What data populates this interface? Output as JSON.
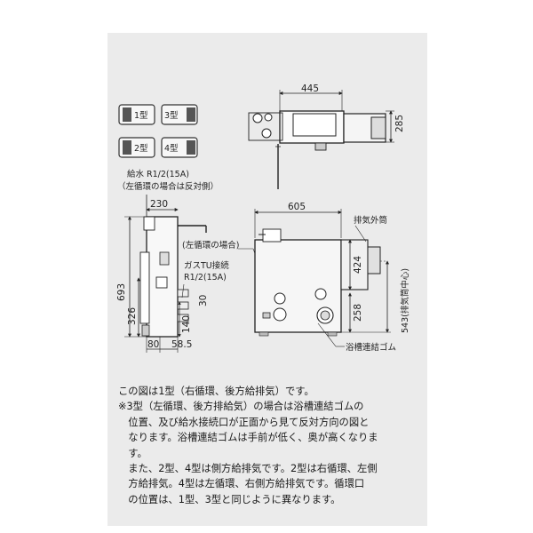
{
  "models": {
    "m1": "1型",
    "m2": "2型",
    "m3": "3型",
    "m4": "4型"
  },
  "top_view": {
    "width": "445",
    "depth": "285"
  },
  "side_view": {
    "water_supply": "給水 R1/2(15A)",
    "water_note": "（左循環の場合は反対側）",
    "width": "230",
    "height": "693",
    "lower_height": "326",
    "dim_30": "30",
    "dim_140": "140",
    "bottom_80": "80",
    "bottom_58_5": "58.5",
    "left_circ": "(左循環の場合)",
    "gas_label": "ガスTU接続",
    "gas_size": "R1/2(15A)"
  },
  "front_view": {
    "width": "605",
    "exhaust_pipe": "排気外筒",
    "dim_424": "424",
    "dim_258": "258",
    "exhaust_center": "543(排気筒中心)",
    "bath_rubber": "浴槽連結ゴム"
  },
  "notes": {
    "line1": "この図は1型（右循環、後方給排気）です。",
    "line2": "※3型（左循環、後方排給気）の場合は浴槽連結ゴムの",
    "line3": "　位置、及び給水接続口が正面から見て反対方向の図と",
    "line4": "　なります。浴槽連結ゴムは手前が低く、奥が高くなりま",
    "line5": "　す。",
    "line6": "　また、2型、4型は側方給排気です。2型は右循環、左側",
    "line7": "　方給排気。4型は左循環、右側方給排気です。循環口",
    "line8": "　の位置は、1型、3型と同じように異なります。"
  }
}
